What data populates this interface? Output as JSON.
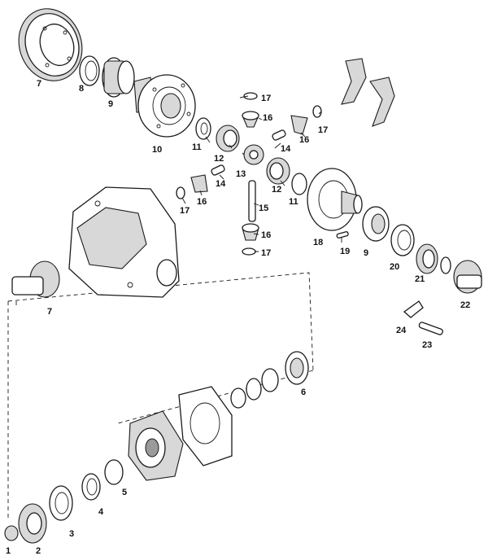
{
  "callouts": {
    "c7a": "7",
    "c8": "8",
    "c9a": "9",
    "c10": "10",
    "c11a": "11",
    "c12a": "12",
    "c13": "13",
    "c14a": "14",
    "c14b": "14",
    "c12b": "12",
    "c11b": "11",
    "c16a": "16",
    "c16b": "16",
    "c16c": "16",
    "c16d": "16",
    "c17a": "17",
    "c17b": "17",
    "c17c": "17",
    "c17d": "17",
    "c15": "15",
    "c18": "18",
    "c19": "19",
    "c9b": "9",
    "c20": "20",
    "c21": "21",
    "c22": "22",
    "c24": "24",
    "c23": "23",
    "c7b": "7",
    "c6": "6",
    "c5": "5",
    "c4": "4",
    "c3": "3",
    "c2": "2",
    "c1": "1"
  }
}
